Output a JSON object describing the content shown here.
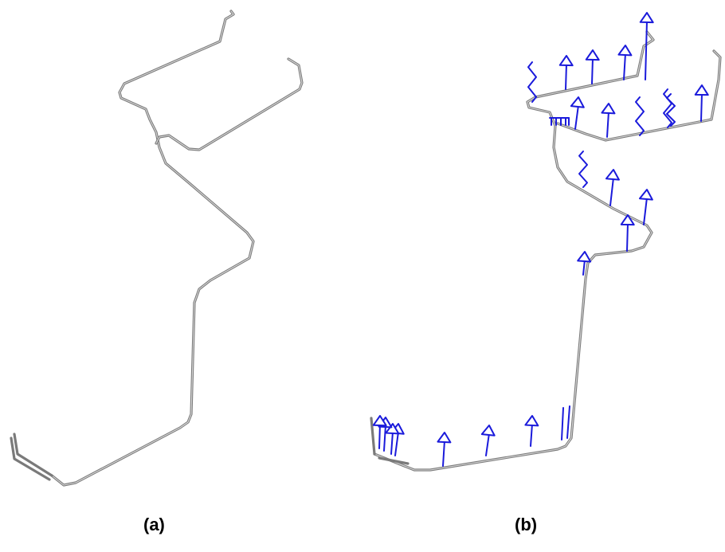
{
  "panels": [
    {
      "id": "a",
      "caption": "(a)"
    },
    {
      "id": "b",
      "caption": "(b)"
    }
  ],
  "colors": {
    "pipe": "#7a7a7a",
    "pipe_highlight": "#d8d8d8",
    "symbols": "#1a1adb",
    "background": "#ffffff"
  },
  "symbol_counts": {
    "arrow_supports": 21,
    "spring_supports": 5,
    "guide_supports": 1,
    "rail_supports": 1
  }
}
